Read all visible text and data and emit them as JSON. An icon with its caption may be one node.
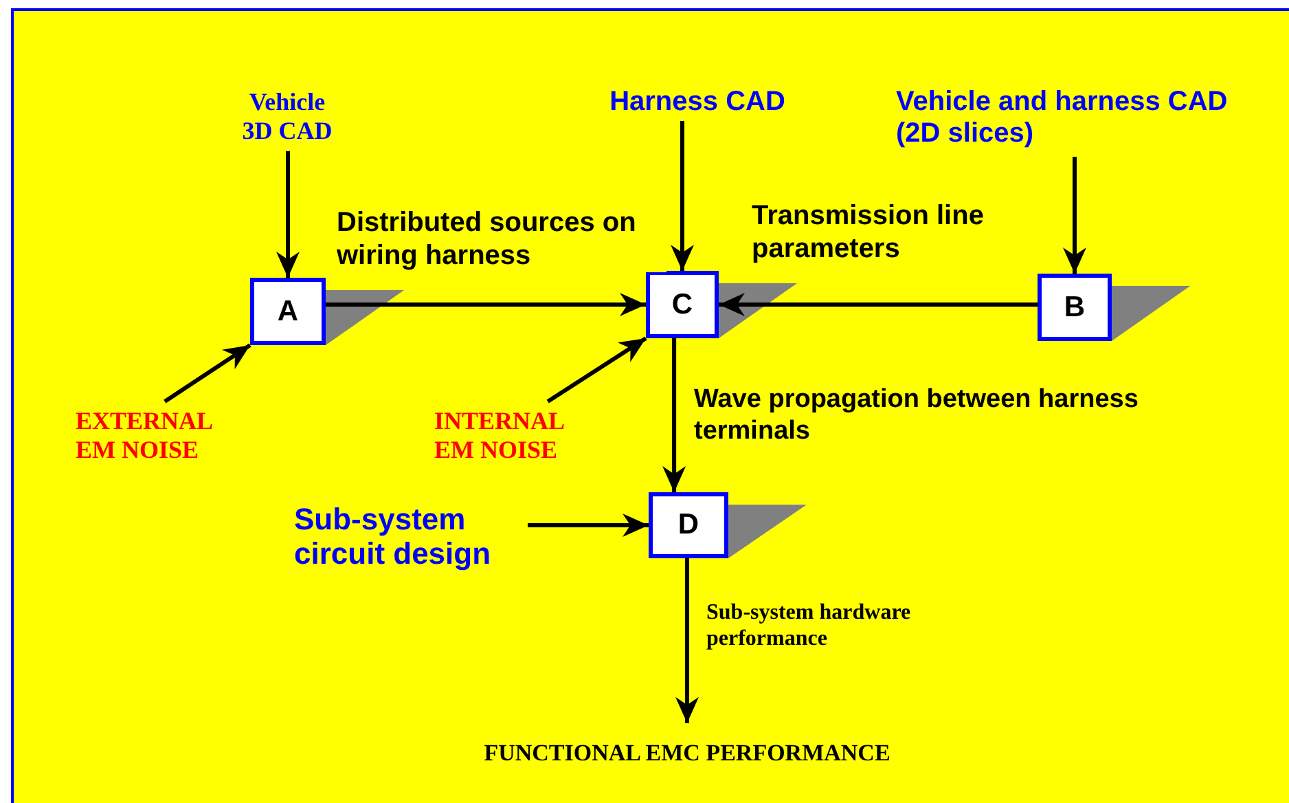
{
  "diagram": {
    "nodes": [
      {
        "text": [
          "Vehicle 3D CAD"
        ]
      },
      {
        "text": [
          "Harness CAD"
        ]
      },
      {
        "text": [
          "Vehicle and harness CAD (2D slices)"
        ]
      },
      {
        "text": [
          "A"
        ]
      },
      {
        "text": [
          "C"
        ]
      },
      {
        "text": [
          "B"
        ]
      },
      {
        "text": [
          "EXTERNAL EM NOISE"
        ]
      },
      {
        "text": [
          "INTERNAL EM NOISE"
        ]
      },
      {
        "text": [
          "Sub-system circuit design"
        ]
      },
      {
        "text": [
          "D"
        ]
      },
      {
        "text": [
          "FUNCTIONAL EMC PERFORMANCE"
        ]
      }
    ],
    "edges": [
      {
        "from": 0,
        "to": 3,
        "arrow": "to"
      },
      {
        "from": 1,
        "to": 4,
        "arrow": "to"
      },
      {
        "from": 2,
        "to": 5,
        "arrow": "to"
      },
      {
        "from": 3,
        "to": 4,
        "arrow": "to",
        "label": "Distributed sources on wiring harness"
      },
      {
        "from": 5,
        "to": 4,
        "arrow": "to",
        "label": "Transmission line parameters"
      },
      {
        "from": 6,
        "to": 3,
        "arrow": "to"
      },
      {
        "from": 7,
        "to": 4,
        "arrow": "to"
      },
      {
        "from": 4,
        "to": 9,
        "arrow": "to",
        "label": "Wave propagation between harness terminals"
      },
      {
        "from": 8,
        "to": 9,
        "arrow": "to"
      },
      {
        "from": 9,
        "to": 10,
        "arrow": "to",
        "label": "Sub-system hardware performance"
      }
    ]
  }
}
